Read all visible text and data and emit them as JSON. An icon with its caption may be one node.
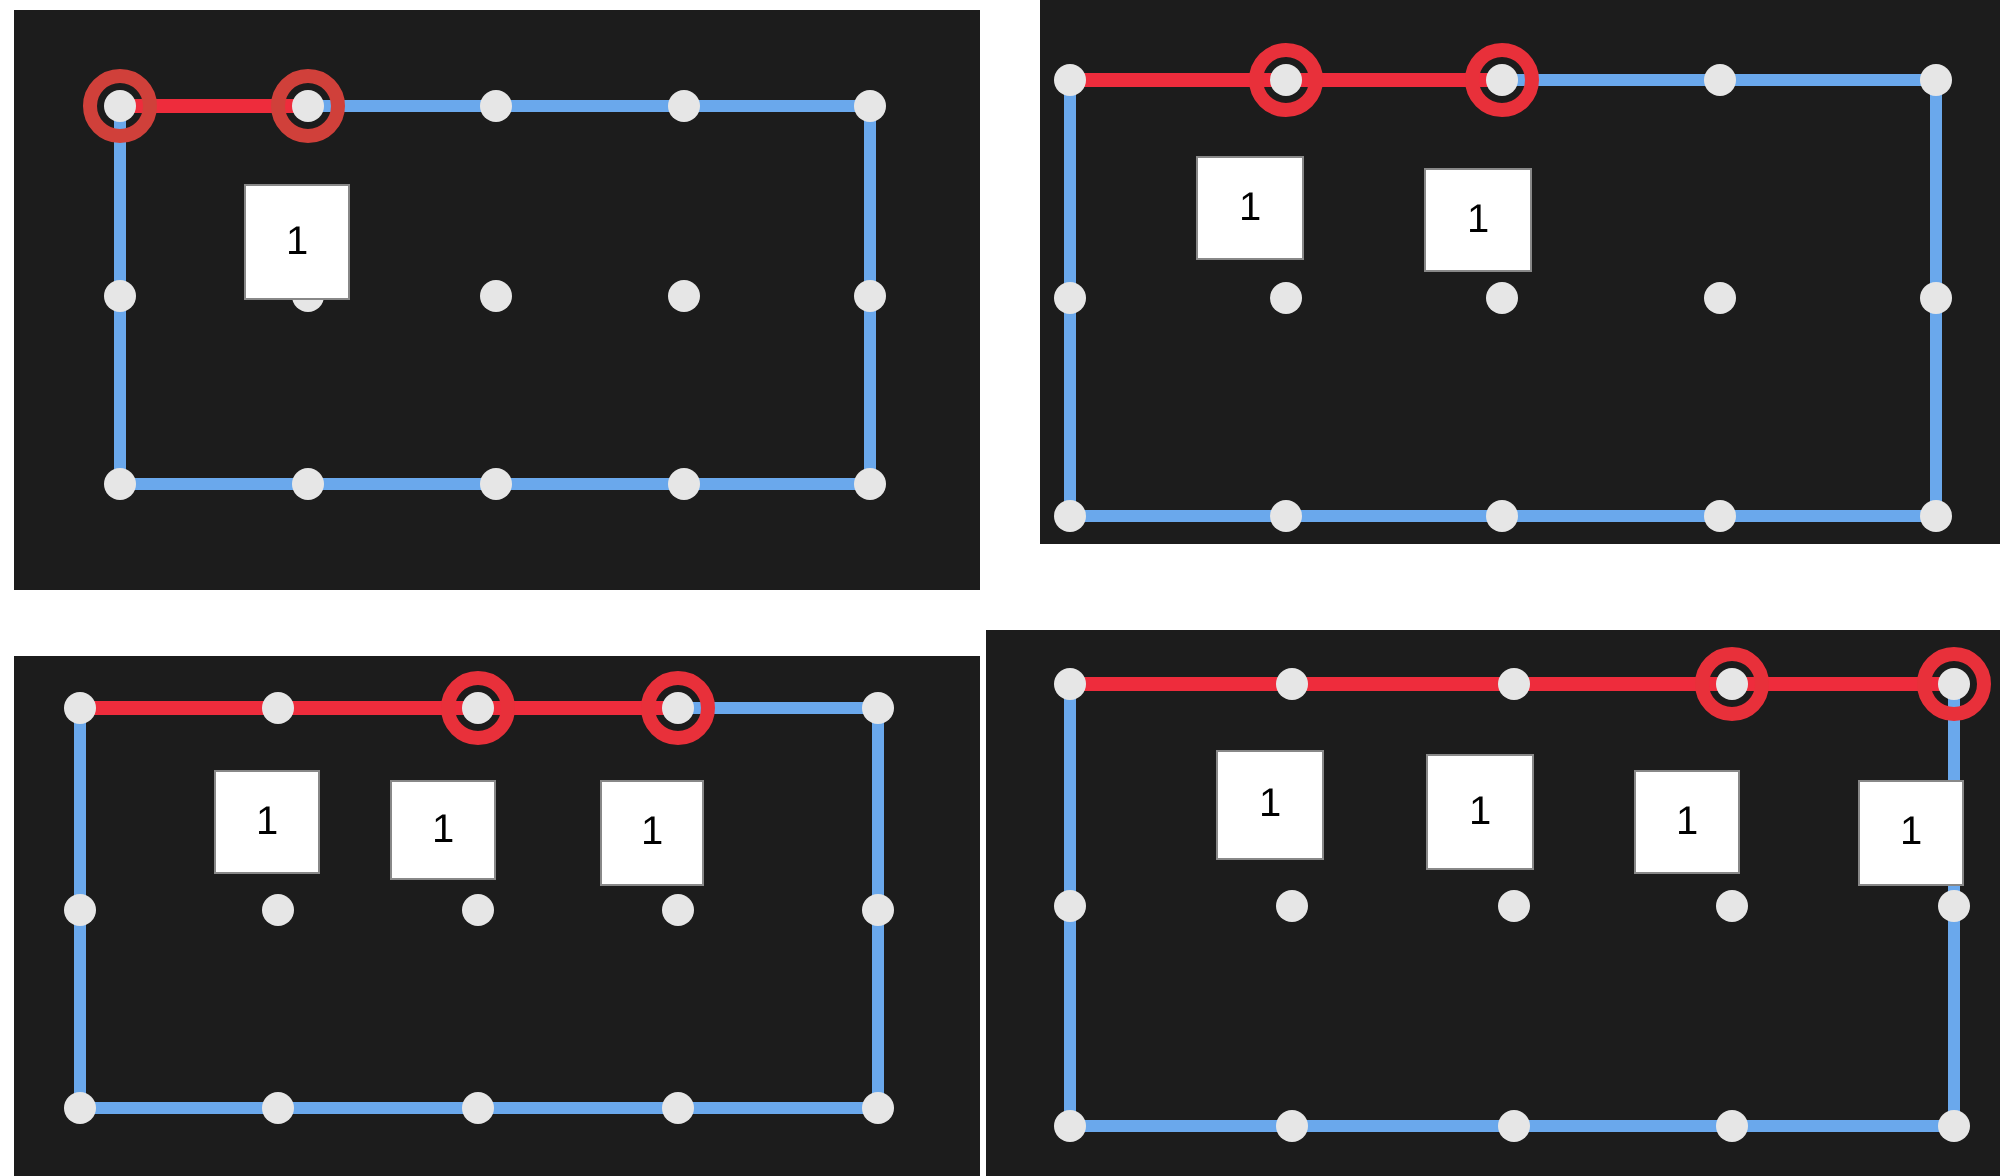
{
  "diagram": {
    "labels": [
      "1",
      "1",
      "1",
      "1",
      "1",
      "1",
      "1",
      "1",
      "1",
      "1"
    ]
  }
}
